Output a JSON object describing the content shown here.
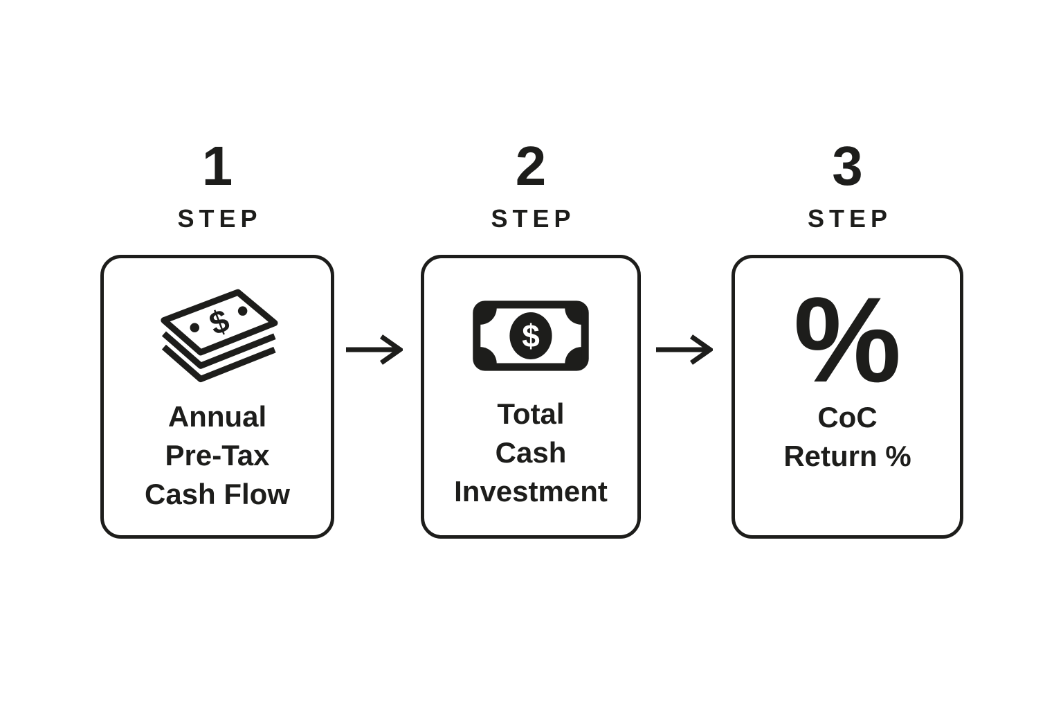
{
  "colors": {
    "ink": "#1d1d1b",
    "background": "#ffffff"
  },
  "steps": [
    {
      "number": "1",
      "label": "STEP",
      "icon": "cash-stack-icon",
      "title_lines": [
        "Annual",
        "Pre-Tax",
        "Cash Flow"
      ]
    },
    {
      "number": "2",
      "label": "STEP",
      "icon": "dollar-bill-icon",
      "title_lines": [
        "Total",
        "Cash",
        "Investment"
      ]
    },
    {
      "number": "3",
      "label": "STEP",
      "icon": "percent-symbol",
      "symbol": "%",
      "title_lines": [
        "CoC",
        "Return %"
      ]
    }
  ],
  "icons": {
    "dollar_glyph": "$"
  },
  "arrows": [
    {
      "name": "arrow-right"
    },
    {
      "name": "arrow-right"
    }
  ]
}
